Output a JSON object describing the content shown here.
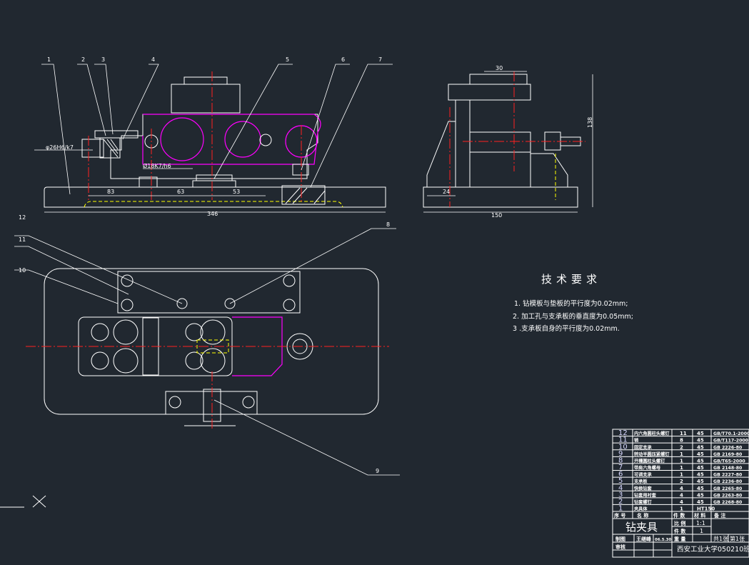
{
  "drawing": {
    "background_color": "#212830",
    "line_colors": {
      "outline": "#ffffff",
      "hidden": "#ff00ff",
      "center": "#ff2020",
      "phantom": "#ffff00"
    },
    "front_view": {
      "part_labels": [
        "1",
        "2",
        "3",
        "4",
        "5",
        "6",
        "7"
      ],
      "fit_labels": [
        "φ26H6/k7",
        "Ø18K7/h6"
      ],
      "dimensions": [
        "83",
        "63",
        "53",
        "346"
      ]
    },
    "side_view": {
      "dimensions": [
        "30",
        "138",
        "24",
        "150"
      ]
    },
    "top_view": {
      "part_labels": [
        "12",
        "11",
        "10",
        "8",
        "9"
      ]
    },
    "technical_requirements": {
      "title": "技术要求",
      "items": [
        "1. 钻模板与垫板的平行度为0.02mm;",
        "2.   加工孔与支承板的垂直度为0.05mm;",
        "3 .支承板自身的平行度为0.02mm."
      ]
    },
    "bom": {
      "rows": [
        {
          "no": "12",
          "name": "内六角圆柱头螺钉",
          "qty": "11",
          "material": "45",
          "note": "GB/T70.1-2000"
        },
        {
          "no": "11",
          "name": "销",
          "qty": "8",
          "material": "45",
          "note": "GB/T117-2000"
        },
        {
          "no": "10",
          "name": "固定支承",
          "qty": "2",
          "material": "45",
          "note": "GB 2226-80"
        },
        {
          "no": "9",
          "name": "转动半圆压紧螺钉",
          "qty": "1",
          "material": "45",
          "note": "GB 2169-80"
        },
        {
          "no": "8",
          "name": "开槽圆柱头螺钉",
          "qty": "1",
          "material": "45",
          "note": "GB/T65-2000"
        },
        {
          "no": "7",
          "name": "带肩六角螺母",
          "qty": "1",
          "material": "45",
          "note": "GB 2148-80"
        },
        {
          "no": "6",
          "name": "可调支承",
          "qty": "1",
          "material": "45",
          "note": "GB 2227-80"
        },
        {
          "no": "5",
          "name": "支承板",
          "qty": "2",
          "material": "45",
          "note": "GB 2236-80"
        },
        {
          "no": "4",
          "name": "快换钻套",
          "qty": "4",
          "material": "45",
          "note": "GB 2265-80"
        },
        {
          "no": "3",
          "name": "钻套用衬套",
          "qty": "4",
          "material": "45",
          "note": "GB 2263-80"
        },
        {
          "no": "2",
          "name": "钻套螺钉",
          "qty": "4",
          "material": "45",
          "note": "GB 2268-80"
        },
        {
          "no": "1",
          "name": "夹具体",
          "qty": "1",
          "material": "HT150",
          "note": ""
        }
      ],
      "header": {
        "no": "序 号",
        "name": "名   称",
        "qty": "件 数",
        "material": "材 料",
        "note": "备    注"
      }
    },
    "title_block": {
      "title": "钻夹具",
      "scale_label": "比 例",
      "scale": "1:1",
      "count_label": "件 数",
      "count": "1",
      "weight_label": "重 量",
      "sheets_total": "共1张",
      "sheet_no": "第1张",
      "drawn_label": "制图",
      "drawn_by": "王继峰",
      "drawn_date": "06.5.30",
      "checked_label": "审核",
      "organization": "西安工业大学050210班"
    }
  }
}
